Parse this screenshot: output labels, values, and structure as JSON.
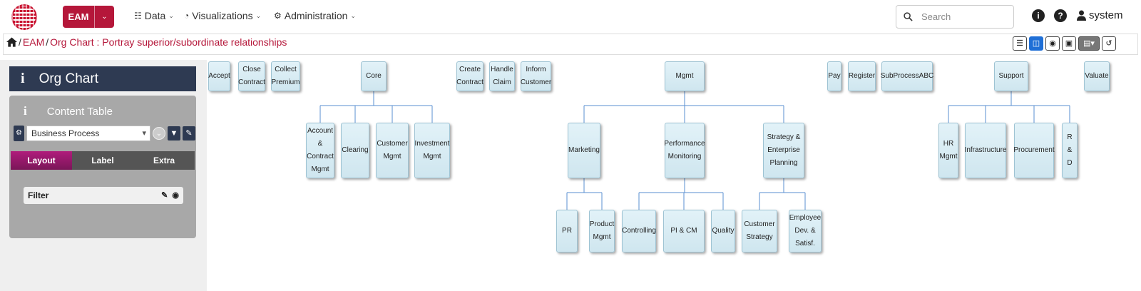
{
  "app": {
    "eam_label": "EAM",
    "nav": [
      {
        "label": "Data",
        "icon": "sitemap-icon"
      },
      {
        "label": "Visualizations",
        "icon": "pie-chart-icon"
      },
      {
        "label": "Administration",
        "icon": "cogs-icon"
      }
    ],
    "search_placeholder": "Search",
    "user": "system"
  },
  "breadcrumb": {
    "sep": "/",
    "items": [
      "EAM",
      "Org Chart : Portray superior/subordinate relationships"
    ]
  },
  "sidebar": {
    "panel_title": "Org Chart",
    "content_table_title": "Content Table",
    "selected_type": "Business Process",
    "tabs": [
      "Layout",
      "Label",
      "Extra"
    ],
    "active_tab": "Layout",
    "filter_label": "Filter"
  },
  "org": {
    "nodes": [
      {
        "id": "accept",
        "label": "Accept"
      },
      {
        "id": "closecontract",
        "label": "Close\nContract"
      },
      {
        "id": "collectpremium",
        "label": "Collect\nPremium"
      },
      {
        "id": "core",
        "label": "Core"
      },
      {
        "id": "createcontract",
        "label": "Create\nContract"
      },
      {
        "id": "handleclaim",
        "label": "Handle\nClaim"
      },
      {
        "id": "informcustomer",
        "label": "Inform\nCustomer"
      },
      {
        "id": "mgmt",
        "label": "Mgmt"
      },
      {
        "id": "pay",
        "label": "Pay"
      },
      {
        "id": "register",
        "label": "Register"
      },
      {
        "id": "subprocessabc",
        "label": "SubProcessABC"
      },
      {
        "id": "support",
        "label": "Support"
      },
      {
        "id": "valuate",
        "label": "Valuate"
      },
      {
        "id": "acm",
        "label": "Account\n&\nContract\nMgmt",
        "parent": "core"
      },
      {
        "id": "clearing",
        "label": "Clearing",
        "parent": "core"
      },
      {
        "id": "custmgmt",
        "label": "Customer\nMgmt",
        "parent": "core"
      },
      {
        "id": "invmgmt",
        "label": "Investment\nMgmt",
        "parent": "core"
      },
      {
        "id": "marketing",
        "label": "Marketing",
        "parent": "mgmt"
      },
      {
        "id": "perfmon",
        "label": "Performance\nMonitoring",
        "parent": "mgmt"
      },
      {
        "id": "strategy",
        "label": "Strategy &\nEnterprise\nPlanning",
        "parent": "mgmt"
      },
      {
        "id": "hrmgmt",
        "label": "HR\nMgmt",
        "parent": "support"
      },
      {
        "id": "infra",
        "label": "Infrastructure",
        "parent": "support"
      },
      {
        "id": "procurement",
        "label": "Procurement",
        "parent": "support"
      },
      {
        "id": "rd",
        "label": "R &\nD",
        "parent": "support"
      },
      {
        "id": "pr",
        "label": "PR",
        "parent": "marketing"
      },
      {
        "id": "prodmgmt",
        "label": "Product\nMgmt",
        "parent": "marketing"
      },
      {
        "id": "controlling",
        "label": "Controlling",
        "parent": "perfmon"
      },
      {
        "id": "picm",
        "label": "PI & CM",
        "parent": "perfmon"
      },
      {
        "id": "quality",
        "label": "Quality",
        "parent": "perfmon"
      },
      {
        "id": "custstrategy",
        "label": "Customer\nStrategy",
        "parent": "strategy"
      },
      {
        "id": "empdev",
        "label": "Employee\nDev. &\nSatisf.",
        "parent": "strategy"
      }
    ]
  }
}
